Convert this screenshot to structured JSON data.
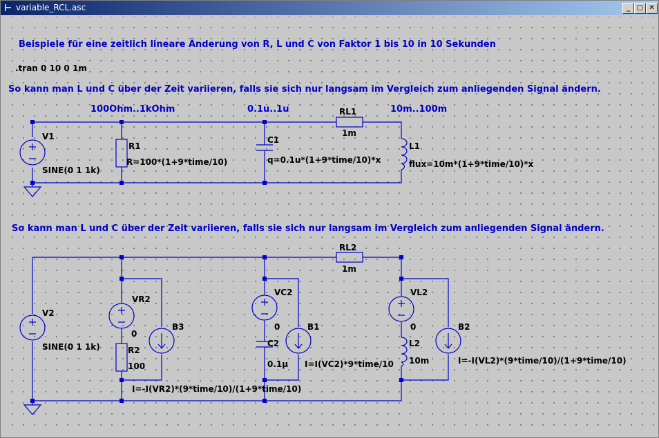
{
  "window": {
    "title": "variable_RCL.asc",
    "minimize_label": "_",
    "maximize_label": "□",
    "close_label": "✕"
  },
  "comments": {
    "heading": "Beispiele für eine zeitlich lineare Änderung von R, L und C von Faktor 1 bis 10 in 10 Sekunden",
    "note1": "So kann man L und C über der Zeit variieren, falls sie sich nur langsam im Vergleich zum anliegenden Signal ändern.",
    "note2": "So kann man L und C über der Zeit vari​ieren, falls sie sich nur langsam im Vergleich zum anliegenden Signal ändern.",
    "range_r": "100Ohm..1kOhm",
    "range_c": "0.1u..1u",
    "range_l": "10m..100m"
  },
  "directive": ".tran 0 10 0 1m",
  "circuit1": {
    "v1_name": "V1",
    "v1_value": "SINE(0 1 1k)",
    "r1_name": "R1",
    "r1_value": "R=100*(1+9*time/10)",
    "c1_name": "C1",
    "c1_value": "q=0.1u*(1+9*time/10)*x",
    "rl1_name": "RL1",
    "rl1_value": "1m",
    "l1_name": "L1",
    "l1_value": "flux=10m*(1+9*time/10)*x"
  },
  "circuit2": {
    "v2_name": "V2",
    "v2_value": "SINE(0 1 1k)",
    "vr2_name": "VR2",
    "vr2_value": "0",
    "r2_name": "R2",
    "r2_value": "100",
    "b3_name": "B3",
    "b3_value": "I=-I(VR2)*(9*time/10)/(1+9*time/10)",
    "vc2_name": "VC2",
    "vc2_value": "0",
    "c2_name": "C2",
    "c2_value": "0.1µ",
    "b1_name": "B1",
    "b1_value": "I=I(VC2)*9*time/10",
    "rl2_name": "RL2",
    "rl2_value": "1m",
    "vl2_name": "VL2",
    "vl2_value": "0",
    "l2_name": "L2",
    "l2_value": "10m",
    "b2_name": "B2",
    "b2_value": "I=-I(VL2)*(9*time/10)/(1+9*time/10)"
  },
  "colors": {
    "wire": "#0000c8",
    "comment": "#0000c8",
    "text": "#000000",
    "background": "#c8c8c8"
  }
}
